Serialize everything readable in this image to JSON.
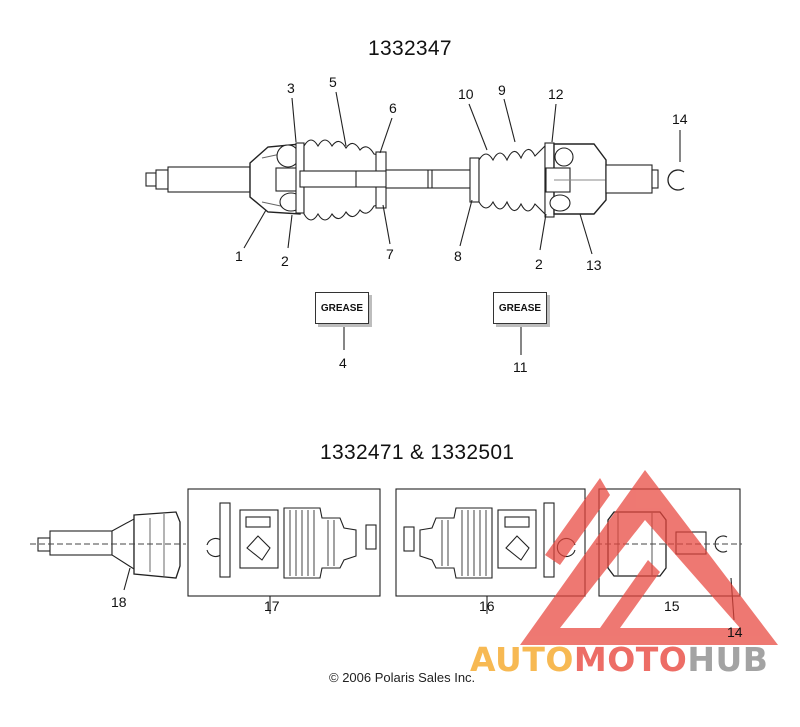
{
  "assembly_top": {
    "part_number": "1332347",
    "callouts": [
      "1",
      "2",
      "3",
      "4",
      "5",
      "6",
      "7",
      "8",
      "2",
      "9",
      "10",
      "11",
      "12",
      "13",
      "14"
    ],
    "grease_left": "GREASE",
    "grease_right": "GREASE"
  },
  "assembly_bottom": {
    "part_numbers": "1332471 & 1332501",
    "callouts": [
      "18",
      "17",
      "16",
      "15",
      "14"
    ]
  },
  "copyright": "© 2006 Polaris Sales Inc.",
  "watermark": {
    "text_auto": "AUTO",
    "text_moto": "MOTO",
    "text_hub": "HUB",
    "color_orange": "#f5a623",
    "color_red": "#e8453c",
    "color_gray": "#8a8a8a"
  }
}
